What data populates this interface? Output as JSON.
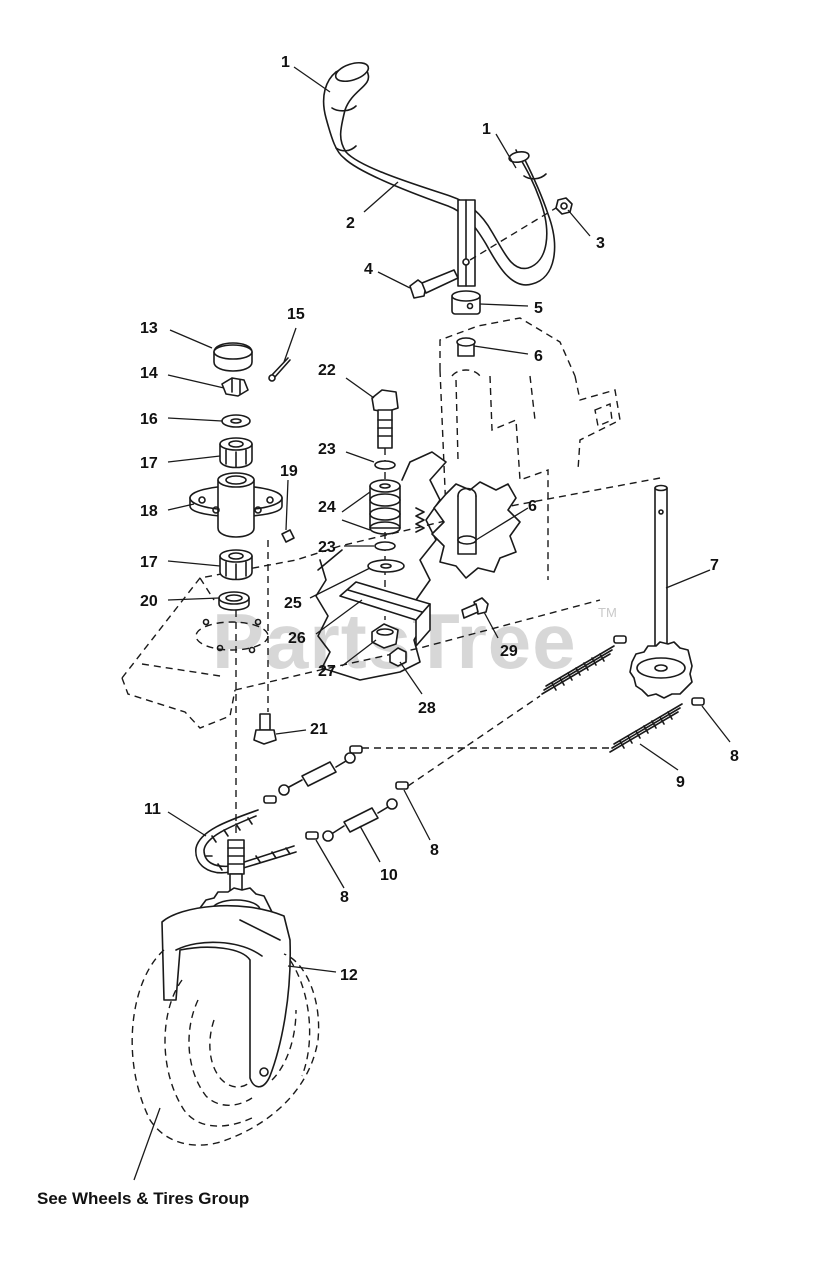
{
  "watermark": {
    "brand": "PartsTree",
    "mark": "TM"
  },
  "caption": "See Wheels & Tires Group",
  "callouts": [
    {
      "id": "c1a",
      "label": "1"
    },
    {
      "id": "c1b",
      "label": "1"
    },
    {
      "id": "c2",
      "label": "2"
    },
    {
      "id": "c3",
      "label": "3"
    },
    {
      "id": "c4",
      "label": "4"
    },
    {
      "id": "c5",
      "label": "5"
    },
    {
      "id": "c6a",
      "label": "6"
    },
    {
      "id": "c6b",
      "label": "6"
    },
    {
      "id": "c7",
      "label": "7"
    },
    {
      "id": "c8a",
      "label": "8"
    },
    {
      "id": "c8b",
      "label": "8"
    },
    {
      "id": "c8c",
      "label": "8"
    },
    {
      "id": "c9",
      "label": "9"
    },
    {
      "id": "c10",
      "label": "10"
    },
    {
      "id": "c11",
      "label": "11"
    },
    {
      "id": "c12",
      "label": "12"
    },
    {
      "id": "c13",
      "label": "13"
    },
    {
      "id": "c14",
      "label": "14"
    },
    {
      "id": "c15",
      "label": "15"
    },
    {
      "id": "c16",
      "label": "16"
    },
    {
      "id": "c17a",
      "label": "17"
    },
    {
      "id": "c17b",
      "label": "17"
    },
    {
      "id": "c18",
      "label": "18"
    },
    {
      "id": "c19",
      "label": "19"
    },
    {
      "id": "c20",
      "label": "20"
    },
    {
      "id": "c21",
      "label": "21"
    },
    {
      "id": "c22",
      "label": "22"
    },
    {
      "id": "c23a",
      "label": "23"
    },
    {
      "id": "c23b",
      "label": "23"
    },
    {
      "id": "c24",
      "label": "24"
    },
    {
      "id": "c25",
      "label": "25"
    },
    {
      "id": "c26",
      "label": "26"
    },
    {
      "id": "c27",
      "label": "27"
    },
    {
      "id": "c28",
      "label": "28"
    },
    {
      "id": "c29",
      "label": "29"
    }
  ]
}
